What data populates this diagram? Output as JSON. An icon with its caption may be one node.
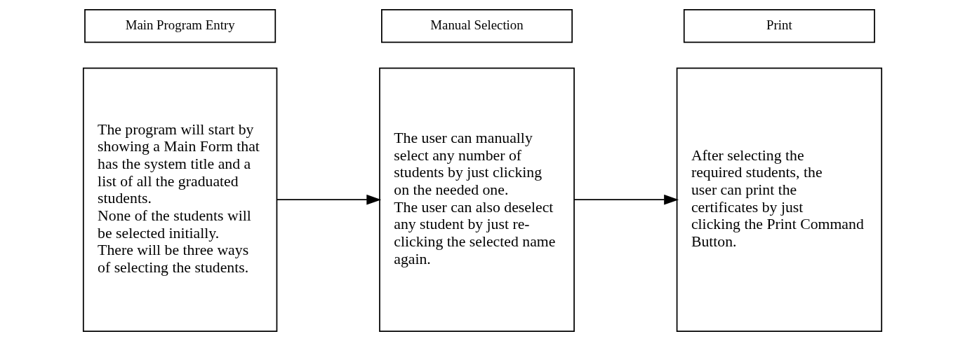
{
  "diagram": {
    "nodes": [
      {
        "text": [
          "Main Program Entry"
        ]
      },
      {
        "text": [
          "Manual Selection"
        ]
      },
      {
        "text": [
          "Print"
        ]
      },
      {
        "text": [
          "The program will start by showing a Main Form that has the system title and a list of all the graduated students.",
          "None of the students will be selected initially.",
          "There will be three ways of selecting the students."
        ]
      },
      {
        "text": [
          "The user can manually select any number of students by just clicking on the needed one.",
          "The user can also deselect any student by just re-clicking the selected name again."
        ]
      },
      {
        "text": [
          "After selecting the required students, the user can print the certificates by just clicking the Print Command Button."
        ]
      }
    ],
    "edges": [
      {
        "from": 3,
        "to": 4,
        "arrow": "to"
      },
      {
        "from": 4,
        "to": 5,
        "arrow": "to"
      }
    ]
  }
}
